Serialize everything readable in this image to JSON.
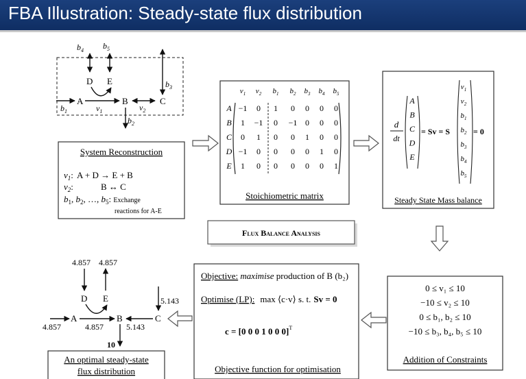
{
  "title": "FBA Illustration: Steady-state flux distribution",
  "network_top": {
    "nodes": {
      "A": "A",
      "B": "B",
      "C": "C",
      "D": "D",
      "E": "E"
    },
    "fluxes": {
      "b1": "b",
      "b1s": "1",
      "b2": "b",
      "b2s": "2",
      "b3": "b",
      "b3s": "3",
      "b4": "b",
      "b4s": "4",
      "b5": "b",
      "b5s": "5",
      "v1": "v",
      "v1s": "1",
      "v2": "v",
      "v2s": "2"
    }
  },
  "system_reconstruction": {
    "heading": "System Reconstruction",
    "line1_label": "v",
    "line1_sub": "1",
    "line1_colon": ":",
    "line1_eq": "A + D → E + B",
    "line2_label": "v",
    "line2_sub": "2",
    "line2_colon": ":",
    "line2_eq": "B ↔ C",
    "line3_vars": "b",
    "line3_text": "Exchange",
    "line4": "reactions for A-E"
  },
  "stoichiometric_matrix": {
    "caption": "Stoichiometric matrix",
    "columns": [
      "v1",
      "v2",
      "b1",
      "b2",
      "b3",
      "b4",
      "b5"
    ],
    "rows": [
      "A",
      "B",
      "C",
      "D",
      "E"
    ],
    "values": [
      [
        "−1",
        "0",
        "1",
        "0",
        "0",
        "0",
        "0"
      ],
      [
        "1",
        "−1",
        "0",
        "−1",
        "0",
        "0",
        "0"
      ],
      [
        "0",
        "1",
        "0",
        "0",
        "1",
        "0",
        "0"
      ],
      [
        "−1",
        "0",
        "0",
        "0",
        "0",
        "1",
        "0"
      ],
      [
        "1",
        "0",
        "0",
        "0",
        "0",
        "0",
        "1"
      ]
    ]
  },
  "mass_balance": {
    "caption": "Steady State Mass balance",
    "d": "d",
    "dt": "dt",
    "metabolites": [
      "A",
      "B",
      "C",
      "D",
      "E"
    ],
    "eq1": "= Sv = S",
    "fluxes": [
      "v1",
      "v2",
      "b1",
      "b2",
      "b3",
      "b4",
      "b5"
    ],
    "eq2": "= 0"
  },
  "fba_label": "Flux Balance Analysis",
  "constraints": {
    "caption": "Addition of Constraints",
    "lines": [
      "0 ≤ v₁ ≤ 10",
      "−10 ≤ v₂ ≤ 10",
      "0 ≤ b₁, b₂ ≤ 10",
      "−10 ≤ b₃, b₄, b₅ ≤ 10"
    ]
  },
  "objective": {
    "caption": "Objective function for optimisation",
    "line1_label": "Objective:",
    "line1_em": "maximise",
    "line1_rest": "production of B (b₂)",
    "line2_label": "Optimise (LP):",
    "line2_expr": "max ⟨c·v⟩  s. t.",
    "line2_bold": "Sv = 0",
    "c_vector": "c = [0  0  0  1  0  0  0]",
    "c_sup": "T"
  },
  "solution": {
    "caption_line1": "An optimal steady-state",
    "caption_line2": "flux distribution",
    "values": {
      "b4": "4.857",
      "b5": "4.857",
      "b3": "5.143",
      "b1": "4.857",
      "v1": "4.857",
      "v2": "5.143",
      "b2": "10"
    },
    "nodes": {
      "A": "A",
      "B": "B",
      "C": "C",
      "D": "D",
      "E": "E"
    }
  }
}
